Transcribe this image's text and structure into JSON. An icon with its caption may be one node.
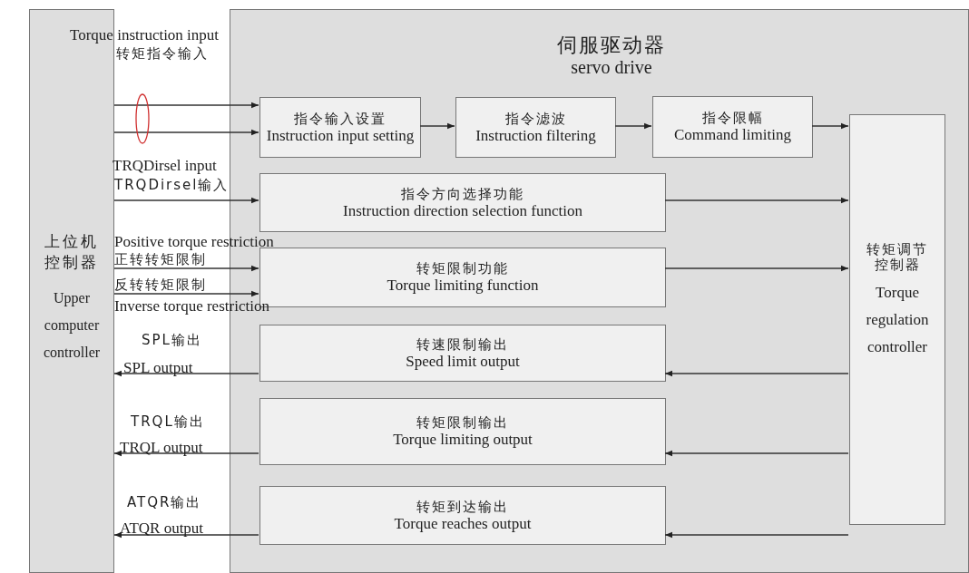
{
  "diagram": {
    "nodes": [
      {
        "text": [
          "上位机控制器",
          "Upper computer controller"
        ]
      },
      {
        "text": [
          "伺服驱动器",
          "servo drive"
        ]
      },
      {
        "text": [
          "指令输入设置",
          "Instruction input setting"
        ],
        "in": 1
      },
      {
        "text": [
          "指令滤波",
          "Instruction filtering"
        ],
        "in": 1
      },
      {
        "text": [
          "指令限幅",
          "Command limiting"
        ],
        "in": 1
      },
      {
        "text": [
          "转矩调节控制器",
          "Torque regulation controller"
        ],
        "in": 1
      },
      {
        "text": [
          "指令方向选择功能",
          "Instruction direction selection function"
        ],
        "in": 1
      },
      {
        "text": [
          "转矩限制功能",
          "Torque limiting function"
        ],
        "in": 1
      },
      {
        "text": [
          "转速限制输出",
          "Speed limit output"
        ],
        "in": 1
      },
      {
        "text": [
          "转矩限制输出",
          "Torque limiting output"
        ],
        "in": 1
      },
      {
        "text": [
          "转矩到达输出",
          "Torque reaches output"
        ],
        "in": 1
      }
    ],
    "edges": [
      {
        "from": 0,
        "to": 2,
        "arrow": "to"
      },
      {
        "from": 0,
        "to": 2,
        "arrow": "to"
      },
      {
        "from": 2,
        "to": 3,
        "arrow": "to"
      },
      {
        "from": 3,
        "to": 4,
        "arrow": "to"
      },
      {
        "from": 4,
        "to": 5,
        "arrow": "to"
      },
      {
        "from": 0,
        "to": 6,
        "arrow": "to"
      },
      {
        "from": 6,
        "to": 5,
        "arrow": "to"
      },
      {
        "from": 0,
        "to": 7,
        "arrow": "to"
      },
      {
        "from": 0,
        "to": 7,
        "arrow": "to"
      },
      {
        "from": 7,
        "to": 5,
        "arrow": "to"
      },
      {
        "from": 5,
        "to": 8,
        "arrow": "to"
      },
      {
        "from": 8,
        "to": 0,
        "arrow": "to"
      },
      {
        "from": 5,
        "to": 9,
        "arrow": "to"
      },
      {
        "from": 9,
        "to": 0,
        "arrow": "to"
      },
      {
        "from": 5,
        "to": 10,
        "arrow": "to"
      },
      {
        "from": 10,
        "to": 0,
        "arrow": "to"
      }
    ],
    "labels": [
      "Torque instruction input",
      "转矩指令输入",
      "TRQDirsel input",
      "TRQDirsel输入",
      "Positive torque restriction",
      "正转转矩限制",
      "反转转矩限制",
      "Inverse torque restriction",
      "SPL输出",
      "SPL output",
      "TRQL输出",
      "TRQL output",
      "ATQR输出",
      "ATQR output"
    ]
  }
}
